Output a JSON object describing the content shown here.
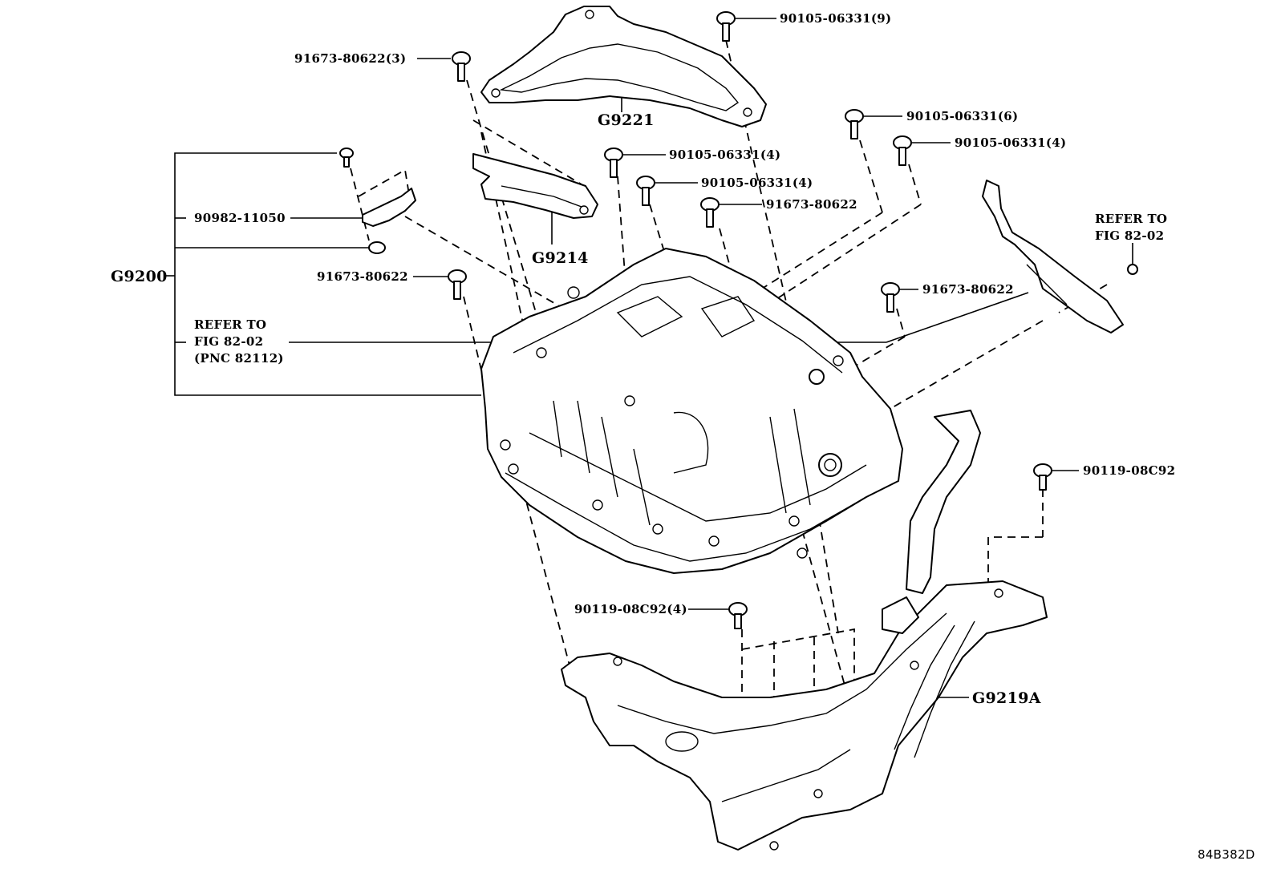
{
  "diagram": {
    "figure_code": "84B382D",
    "assemblies": [
      {
        "id": "G9200",
        "label": "G9200"
      },
      {
        "id": "G9221",
        "label": "G9221"
      },
      {
        "id": "G9214",
        "label": "G9214"
      },
      {
        "id": "G9219A",
        "label": "G9219A"
      }
    ],
    "callouts": [
      {
        "id": "c1",
        "label": "91673-80622(3)"
      },
      {
        "id": "c2",
        "label": "90105-06331(9)"
      },
      {
        "id": "c3",
        "label": "90105-06331(6)"
      },
      {
        "id": "c4",
        "label": "90105-06331(4)"
      },
      {
        "id": "c5",
        "label": "90105-06331(4)"
      },
      {
        "id": "c6",
        "label": "90105-06331(4)"
      },
      {
        "id": "c7",
        "label": "91673-80622"
      },
      {
        "id": "c8",
        "label": "90982-11050"
      },
      {
        "id": "c9",
        "label": "91673-80622"
      },
      {
        "id": "c10",
        "label": "91673-80622"
      },
      {
        "id": "c11",
        "label": "90119-08C92"
      },
      {
        "id": "c12",
        "label": "90119-08C92(4)"
      }
    ],
    "references": [
      {
        "id": "r1",
        "text": "REFER TO\nFIG 82-02\n(PNC 82112)"
      },
      {
        "id": "r2",
        "text": "REFER TO\nFIG 82-02"
      }
    ]
  }
}
